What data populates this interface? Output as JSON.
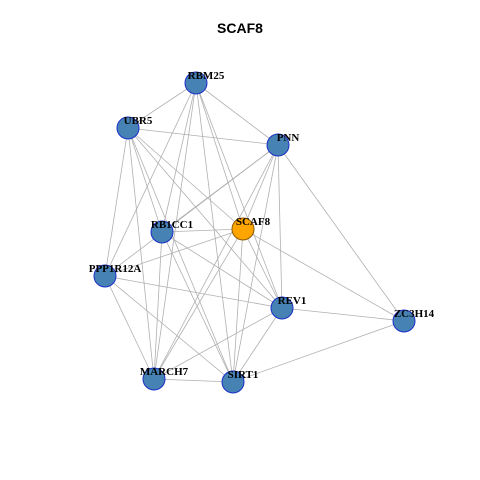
{
  "title": "SCAF8",
  "colors": {
    "edge": "#b0b0b0",
    "node_fill": "#4682b4",
    "node_stroke": "#1c2fc8",
    "center_fill": "#ffa500",
    "center_stroke": "#8a5a00"
  },
  "nodes": [
    {
      "id": "RBM25",
      "label": "RBM25",
      "center": false
    },
    {
      "id": "UBR5",
      "label": "UBR5",
      "center": false
    },
    {
      "id": "PNN",
      "label": "PNN",
      "center": false
    },
    {
      "id": "RB1CC1",
      "label": "RB1CC1",
      "center": false
    },
    {
      "id": "SCAF8",
      "label": "SCAF8",
      "center": true
    },
    {
      "id": "PPP1R12A",
      "label": "PPP1R12A",
      "center": false
    },
    {
      "id": "REV1",
      "label": "REV1",
      "center": false
    },
    {
      "id": "ZC3H14",
      "label": "ZC3H14",
      "center": false
    },
    {
      "id": "MARCH7",
      "label": "MARCH7",
      "center": false
    },
    {
      "id": "SIRT1",
      "label": "SIRT1",
      "center": false
    }
  ],
  "edges": [
    [
      "RBM25",
      "UBR5"
    ],
    [
      "RBM25",
      "PNN"
    ],
    [
      "RBM25",
      "RB1CC1"
    ],
    [
      "RBM25",
      "SCAF8"
    ],
    [
      "RBM25",
      "PPP1R12A"
    ],
    [
      "RBM25",
      "REV1"
    ],
    [
      "RBM25",
      "MARCH7"
    ],
    [
      "RBM25",
      "SIRT1"
    ],
    [
      "UBR5",
      "PNN"
    ],
    [
      "UBR5",
      "RB1CC1"
    ],
    [
      "UBR5",
      "SCAF8"
    ],
    [
      "UBR5",
      "PPP1R12A"
    ],
    [
      "UBR5",
      "REV1"
    ],
    [
      "UBR5",
      "MARCH7"
    ],
    [
      "UBR5",
      "SIRT1"
    ],
    [
      "PNN",
      "RB1CC1"
    ],
    [
      "PNN",
      "SCAF8"
    ],
    [
      "PNN",
      "PPP1R12A"
    ],
    [
      "PNN",
      "REV1"
    ],
    [
      "PNN",
      "ZC3H14"
    ],
    [
      "PNN",
      "MARCH7"
    ],
    [
      "PNN",
      "SIRT1"
    ],
    [
      "RB1CC1",
      "SCAF8"
    ],
    [
      "RB1CC1",
      "REV1"
    ],
    [
      "RB1CC1",
      "MARCH7"
    ],
    [
      "RB1CC1",
      "SIRT1"
    ],
    [
      "SCAF8",
      "PPP1R12A"
    ],
    [
      "SCAF8",
      "REV1"
    ],
    [
      "SCAF8",
      "ZC3H14"
    ],
    [
      "SCAF8",
      "MARCH7"
    ],
    [
      "SCAF8",
      "SIRT1"
    ],
    [
      "PPP1R12A",
      "REV1"
    ],
    [
      "PPP1R12A",
      "MARCH7"
    ],
    [
      "PPP1R12A",
      "SIRT1"
    ],
    [
      "REV1",
      "ZC3H14"
    ],
    [
      "REV1",
      "MARCH7"
    ],
    [
      "REV1",
      "SIRT1"
    ],
    [
      "ZC3H14",
      "SIRT1"
    ],
    [
      "MARCH7",
      "SIRT1"
    ]
  ]
}
